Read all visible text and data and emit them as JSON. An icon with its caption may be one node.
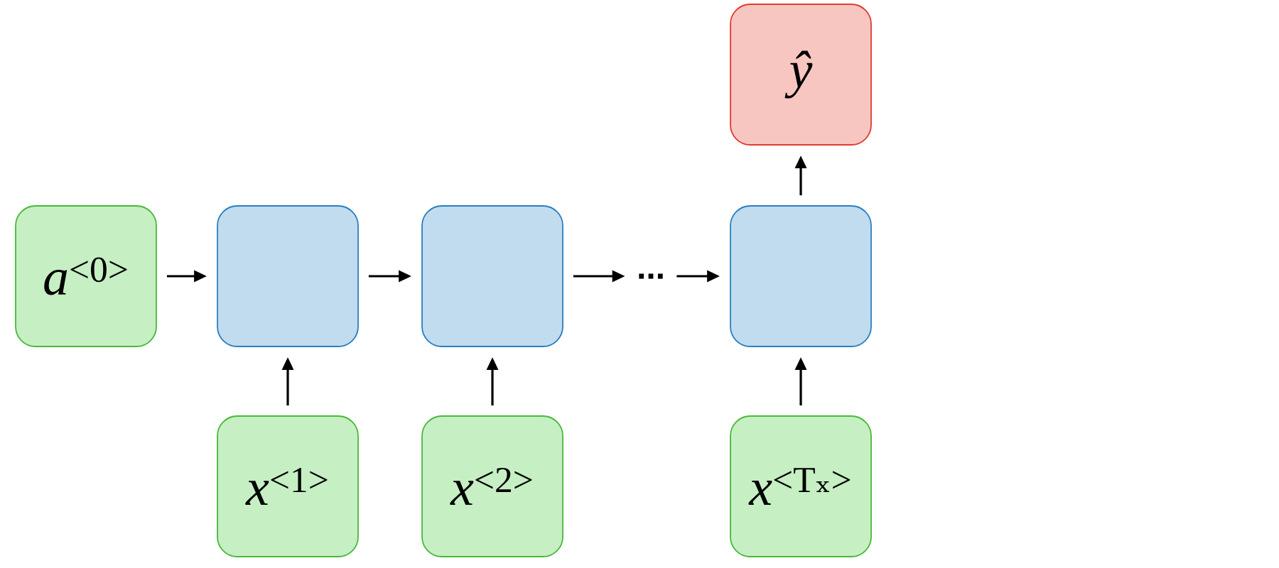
{
  "diagram": {
    "nodes": [
      {
        "text": [
          "ŷ"
        ]
      },
      {
        "text": [
          "*a*$^{<0>}$"
        ]
      },
      {
        "text": [],
        "shape": "box"
      },
      {
        "text": [],
        "shape": "box"
      },
      {
        "text": [
          "..."
        ]
      },
      {
        "text": [],
        "shape": "box"
      },
      {
        "text": [
          "*x*$^{<1>}$"
        ]
      },
      {
        "text": [
          "*x*$^{<2>}$"
        ]
      },
      {
        "text": [
          "*x*$^{<Tₓ>}$"
        ]
      }
    ],
    "edges": [
      {
        "from": 1,
        "to": 2,
        "arrow": "to"
      },
      {
        "from": 2,
        "to": 3,
        "arrow": "to"
      },
      {
        "from": 3,
        "to": 4,
        "arrow": "to"
      },
      {
        "from": 4,
        "to": 5,
        "arrow": "to"
      },
      {
        "from": 5,
        "to": 0,
        "arrow": "to"
      },
      {
        "from": 6,
        "to": 2,
        "arrow": "to"
      },
      {
        "from": 7,
        "to": 3,
        "arrow": "to"
      },
      {
        "from": 8,
        "to": 5,
        "arrow": "to"
      }
    ]
  }
}
